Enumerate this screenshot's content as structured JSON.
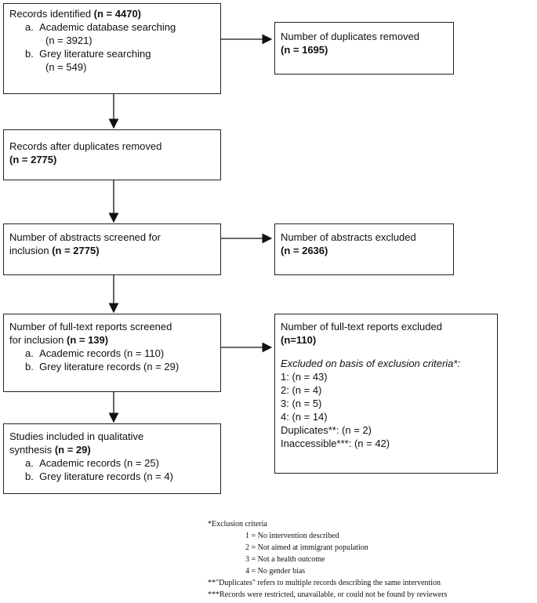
{
  "boxes": {
    "identified": {
      "title": "Records identified ",
      "count": "(n = 4470)",
      "items": [
        {
          "marker": "a.",
          "label": "Academic database searching",
          "count": "(n = 3921)"
        },
        {
          "marker": "b.",
          "label": "Grey literature searching",
          "count": "(n = 549)"
        }
      ]
    },
    "duplicates": {
      "title": "Number of duplicates removed",
      "count": "(n = 1695)"
    },
    "after_dup": {
      "title": "Records after duplicates removed",
      "count": "(n = 2775)"
    },
    "abstracts": {
      "title1": "Number of abstracts screened for",
      "title2": "inclusion  ",
      "count": "(n = 2775)"
    },
    "abstracts_excl": {
      "title": "Number of abstracts excluded",
      "count": "(n = 2636)"
    },
    "fulltext": {
      "title1": "Number of full-text reports screened",
      "title2": "for inclusion ",
      "count": "(n = 139)",
      "items": [
        {
          "marker": "a.",
          "text": "Academic records (n = 110)"
        },
        {
          "marker": "b.",
          "text": "Grey literature records (n = 29)"
        }
      ]
    },
    "fulltext_excl": {
      "title": "Number of full-text reports excluded",
      "count": "(n=110)",
      "basis": "Excluded on basis of exclusion criteria*:",
      "rows": [
        "1: (n = 43)",
        "2: (n = 4)",
        "3: (n = 5)",
        "4: (n = 14)"
      ],
      "dup_label": "Duplicates**",
      "dup_value": ": (n = 2)",
      "inacc_label": "Inaccessible***",
      "inacc_value": ": (n = 42)"
    },
    "included": {
      "title1": "Studies included in qualitative",
      "title2": "synthesis ",
      "count": "(n = 29)",
      "items": [
        {
          "marker": "a.",
          "text": "Academic records (n = 25)"
        },
        {
          "marker": "b.",
          "text": "Grey literature records (n = 4)"
        }
      ]
    }
  },
  "notes": {
    "heading": "*Exclusion criteria",
    "criteria": [
      "1 = No intervention described",
      "2 = Not aimed at immigrant population",
      "3 = Not a health outcome",
      "4 = No gender bias"
    ],
    "dup_note": "**\"Duplicates\" refers to multiple records describing the same intervention",
    "inacc_note": "***Records were restricted, unavailable, or could not be found by reviewers"
  }
}
